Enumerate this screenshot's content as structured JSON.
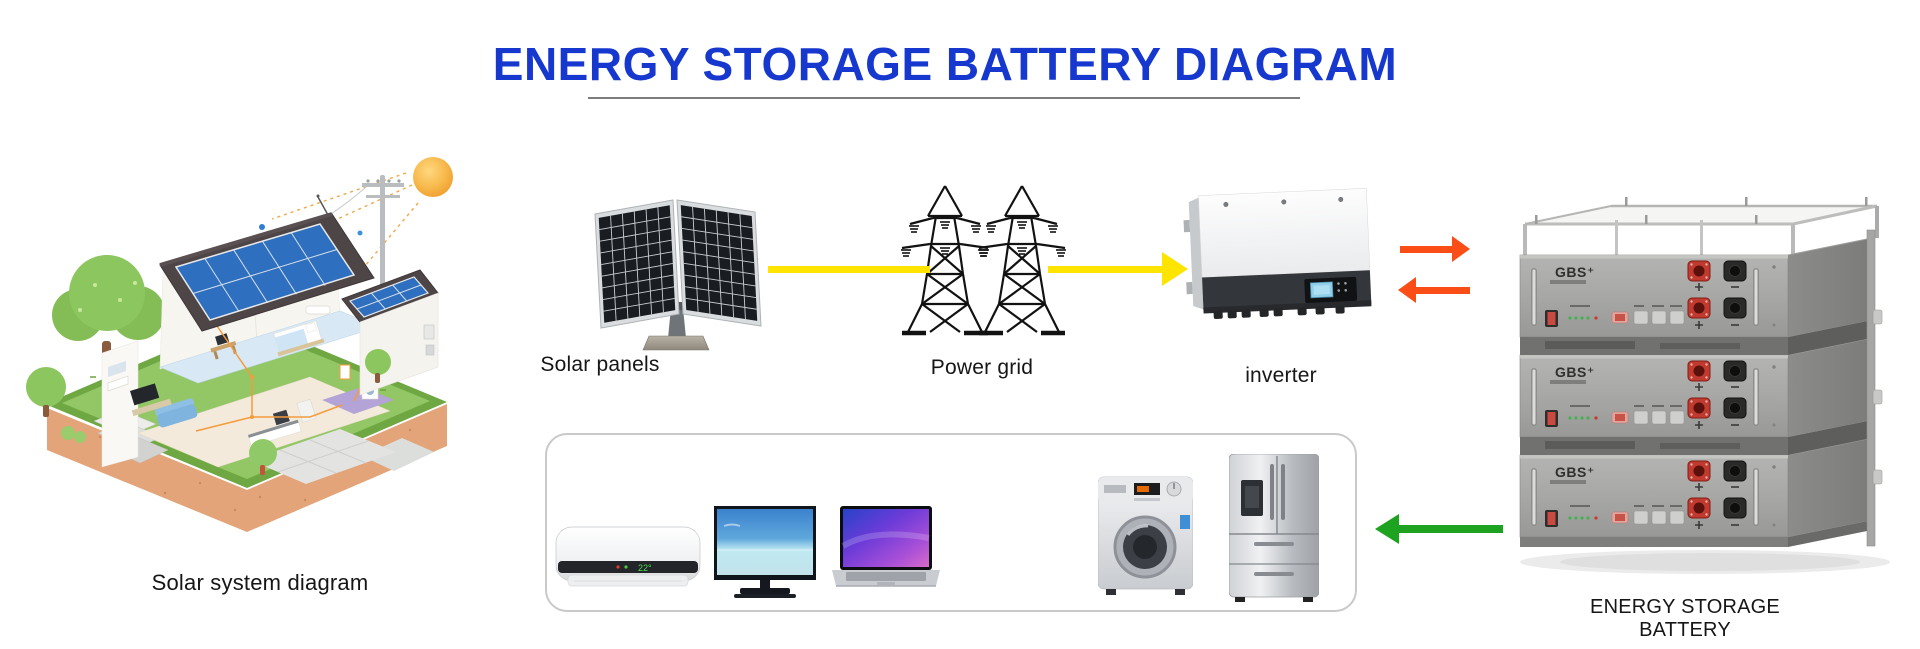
{
  "title": {
    "text": "ENERGY STORAGE BATTERY DIAGRAM",
    "color": "#1638ce"
  },
  "labels": {
    "solar_system_diagram": "Solar system diagram",
    "solar_panels": "Solar panels",
    "power_grid": "Power grid",
    "inverter": "inverter",
    "energy_storage_battery": "ENERGY STORAGE BATTERY"
  },
  "battery_stack": {
    "brand": "GBS⁺",
    "unit_count": 3,
    "terminal_positive": "+",
    "terminal_negative": "−"
  },
  "appliances": {
    "air_conditioner_display": "22°",
    "items": [
      "air-conditioner",
      "television",
      "laptop",
      "washing-machine",
      "refrigerator"
    ]
  },
  "flows": [
    {
      "from": "solar-panels",
      "to": "power-grid",
      "color": "#ffe400",
      "direction": "right"
    },
    {
      "from": "power-grid",
      "to": "inverter",
      "color": "#ffe400",
      "direction": "right"
    },
    {
      "from": "inverter",
      "to": "battery",
      "color": "#fb4e16",
      "direction": "right"
    },
    {
      "from": "battery",
      "to": "inverter",
      "color": "#fb4e16",
      "direction": "left"
    },
    {
      "from": "battery",
      "to": "appliances",
      "color": "#1ea321",
      "direction": "left"
    }
  ],
  "colors": {
    "accent_blue": "#1638ce",
    "arrow_yellow": "#ffe400",
    "arrow_orange": "#fb4e16",
    "arrow_green": "#1ea321"
  }
}
